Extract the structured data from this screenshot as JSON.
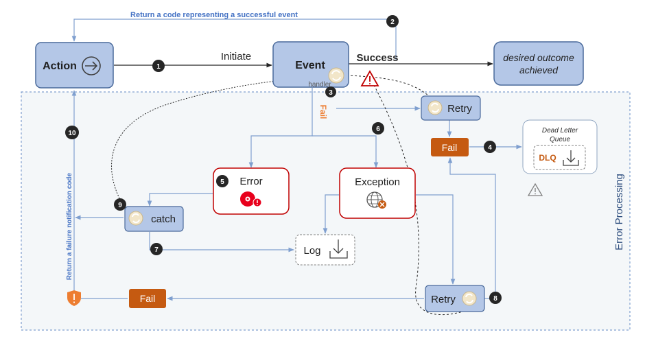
{
  "top_return_label": "Return a code representing a successful event",
  "left_return_label": "Return a failure notification code",
  "error_processing_label": "Error Processing",
  "nodes": {
    "action": "Action",
    "event": "Event",
    "handler": "handler",
    "outcome_line1": "desired outcome",
    "outcome_line2": "achieved",
    "retry_top": "Retry",
    "fail_top": "Fail",
    "dlq_title_line1": "Dead Letter",
    "dlq_title_line2": "Queue",
    "dlq_tag": "DLQ",
    "error": "Error",
    "exception": "Exception",
    "catch": "catch",
    "log": "Log",
    "retry_bottom": "Retry",
    "fail_bottom": "Fail"
  },
  "edge_labels": {
    "initiate": "Initiate",
    "success": "Success",
    "fail": "Fail"
  },
  "steps": [
    "1",
    "2",
    "3",
    "4",
    "5",
    "6",
    "7",
    "8",
    "9",
    "10"
  ],
  "colors": {
    "node_blue": "#b4c7e7",
    "node_blue_border": "#4a6a9b",
    "fail_orange": "#c55a11",
    "error_red": "#c00000",
    "line_blue": "#7f9fcf",
    "label_blue": "#4472c4",
    "badge_dark": "#262626",
    "warning_orange": "#ed7d31"
  },
  "icons": [
    "arrow-circle-icon",
    "refresh-icon",
    "warning-triangle-icon",
    "download-icon",
    "error-disc-icon",
    "globe-error-icon",
    "shield-warning-icon",
    "outline-warning-icon"
  ]
}
